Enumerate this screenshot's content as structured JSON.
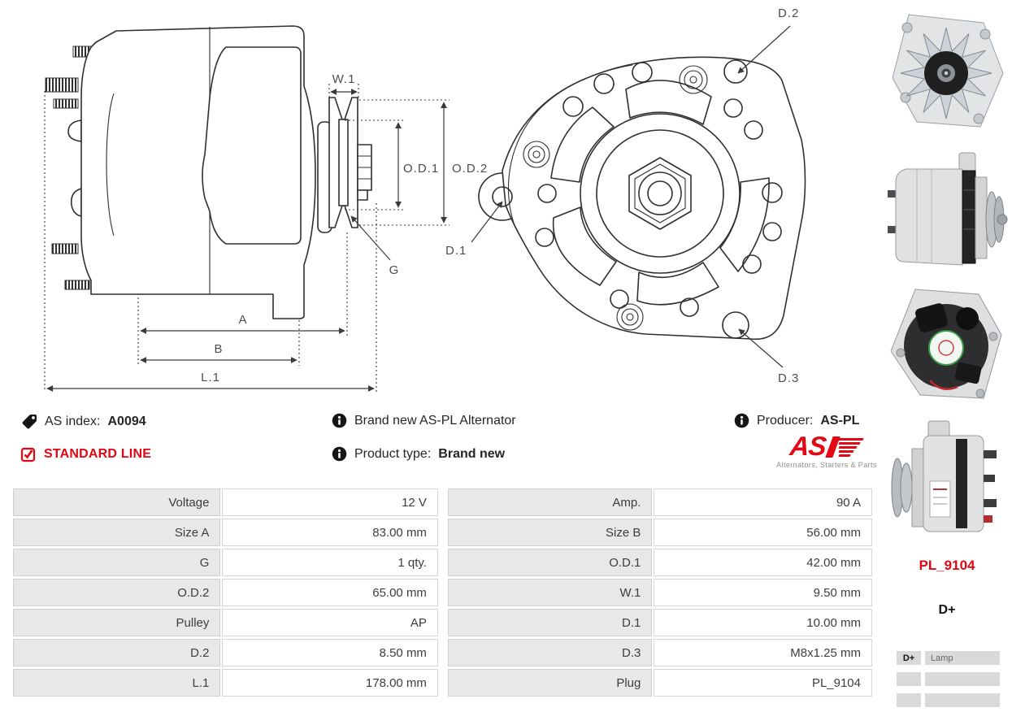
{
  "diagram": {
    "side_labels": {
      "w1": "W.1",
      "od1": "O.D.1",
      "od2": "O.D.2",
      "g": "G",
      "a": "A",
      "b": "B",
      "l1": "L.1"
    },
    "front_labels": {
      "d1": "D.1",
      "d2": "D.2",
      "d3": "D.3"
    }
  },
  "info": {
    "as_index_label": "AS index:",
    "as_index_value": "A0094",
    "standard_line": "STANDARD LINE",
    "brand_text": "Brand new AS-PL Alternator",
    "product_type_label": "Product type:",
    "product_type_value": "Brand new",
    "producer_label": "Producer:",
    "producer_value": "AS-PL"
  },
  "logo": {
    "as": "AS",
    "tagline": "Alternators, Starters & Parts"
  },
  "right_panel": {
    "plug_code": "PL_9104",
    "terminal": "D+",
    "pin_rows": [
      {
        "pin": "D+",
        "desc": "Lamp"
      },
      {
        "pin": "",
        "desc": ""
      },
      {
        "pin": "",
        "desc": ""
      }
    ]
  },
  "spec_table": {
    "rows": [
      {
        "label1": "Voltage",
        "value1": "12 V",
        "label2": "Amp.",
        "value2": "90 A"
      },
      {
        "label1": "Size A",
        "value1": "83.00 mm",
        "label2": "Size B",
        "value2": "56.00 mm"
      },
      {
        "label1": "G",
        "value1": "1 qty.",
        "label2": "O.D.1",
        "value2": "42.00 mm"
      },
      {
        "label1": "O.D.2",
        "value1": "65.00 mm",
        "label2": "W.1",
        "value2": "9.50 mm"
      },
      {
        "label1": "Pulley",
        "value1": "AP",
        "label2": "D.1",
        "value2": "10.00 mm"
      },
      {
        "label1": "D.2",
        "value1": "8.50 mm",
        "label2": "D.3",
        "value2": "M8x1.25 mm"
      },
      {
        "label1": "L.1",
        "value1": "178.00 mm",
        "label2": "Plug",
        "value2": "PL_9104"
      }
    ]
  },
  "colors": {
    "accent_red": "#e30613",
    "table_label_bg": "#e8e8e8",
    "drawing_line": "#2f2f2f"
  }
}
